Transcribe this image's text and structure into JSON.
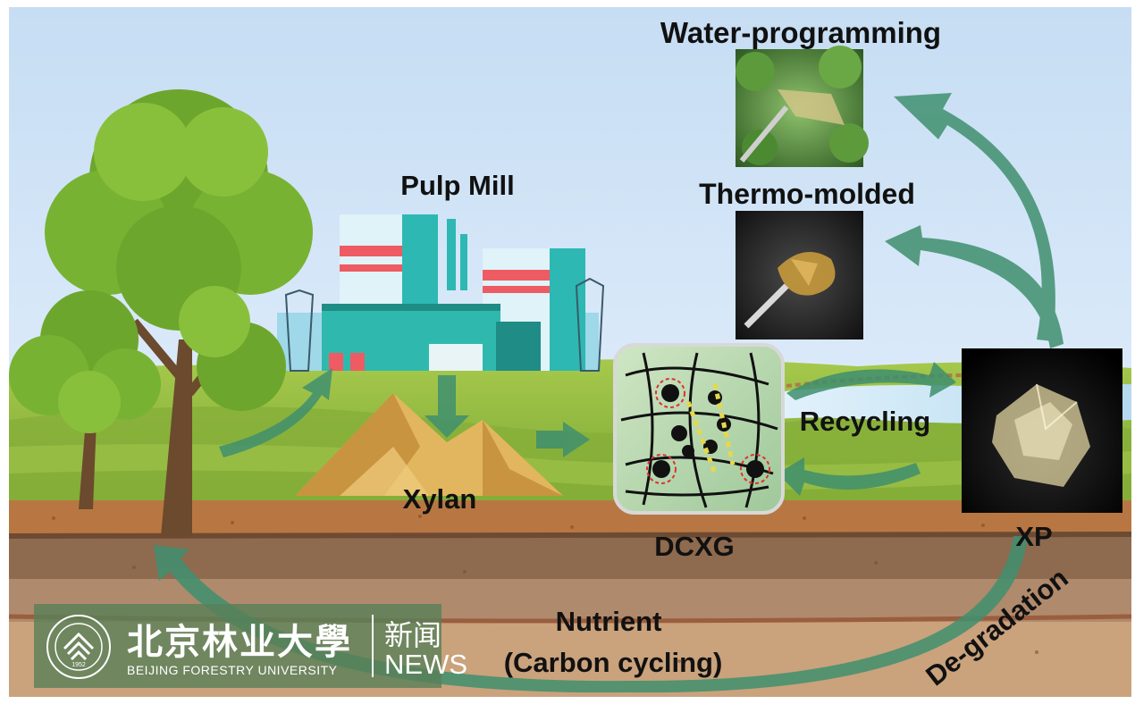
{
  "labels": {
    "water_programming": "Water-programming",
    "pulp_mill": "Pulp Mill",
    "thermo_molded": "Thermo-molded",
    "recycling": "Recycling",
    "xylan": "Xylan",
    "dcxg": "DCXG",
    "xp": "XP",
    "degradation": "De-gradation",
    "nutrient": "Nutrient",
    "carbon_cycling": "(Carbon cycling)"
  },
  "watermark": {
    "chinese_name": "北京林业大學",
    "english_name": "BEIJING FORESTRY UNIVERSITY",
    "news_chinese": "新闻",
    "news_english": "NEWS",
    "emblem_year": "1952"
  },
  "colors": {
    "sky": "#cfe4f6",
    "grass": "#8cb33a",
    "soil": "#a8683c",
    "arrow": "#3f8f6e",
    "tree": "#6da62c"
  }
}
